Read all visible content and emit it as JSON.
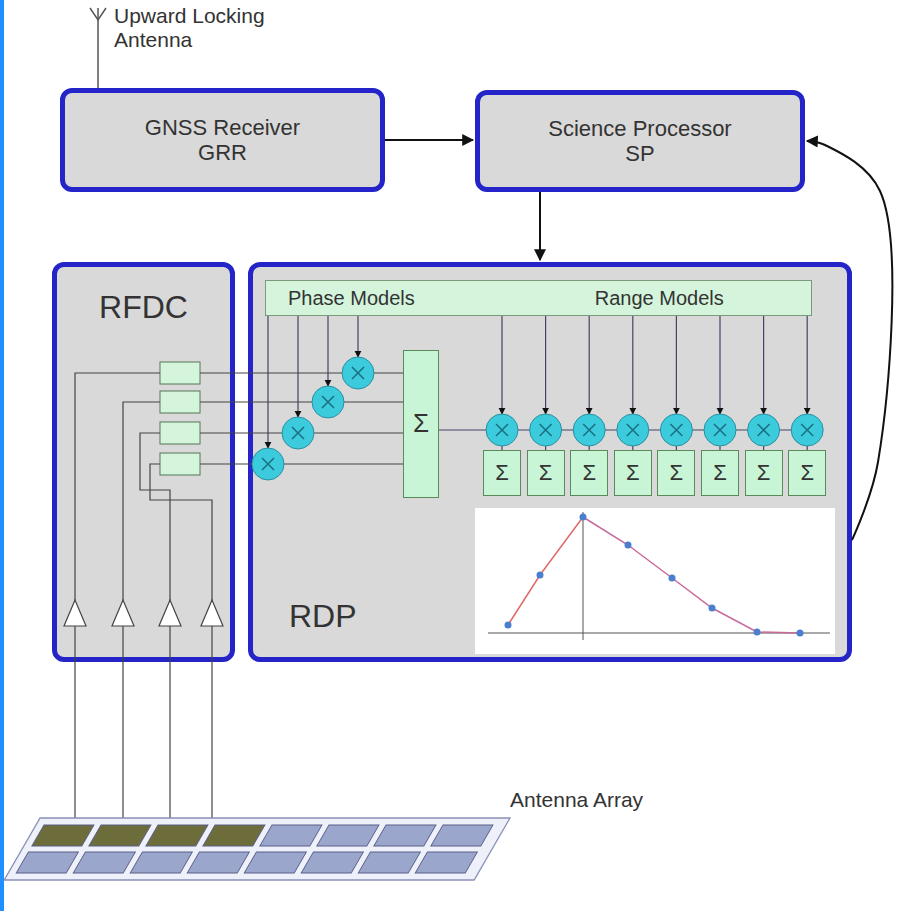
{
  "diagram": {
    "nodes": [
      {
        "text": [
          "GNSS Receiver GRR"
        ]
      },
      {
        "text": [
          "Science Processor SP"
        ]
      },
      {
        "text": [
          "RFDC"
        ]
      },
      {
        "text": [
          "RDP"
        ]
      },
      {
        "text": [
          "Phase Models",
          "Range Models"
        ],
        "in": 3
      },
      {
        "text": [
          "Σ"
        ],
        "in": 3
      },
      {
        "text": [
          "Σ"
        ],
        "in": 3
      },
      {
        "text": [
          "Σ"
        ],
        "in": 3
      },
      {
        "text": [
          "Σ"
        ],
        "in": 3
      },
      {
        "text": [
          "Σ"
        ],
        "in": 3
      },
      {
        "text": [
          "Σ"
        ],
        "in": 3
      },
      {
        "text": [
          "Σ"
        ],
        "in": 3
      },
      {
        "text": [
          "Σ"
        ],
        "in": 3
      },
      {
        "text": [
          "Σ"
        ],
        "in": 3
      }
    ],
    "edges": [
      {
        "from": 0,
        "to": 1,
        "arrow": "to"
      },
      {
        "from": 1,
        "to": 3,
        "arrow": "to"
      },
      {
        "from": 3,
        "to": 1,
        "arrow": "to"
      }
    ],
    "labels": [
      "Upward Locking Antenna",
      "Antenna Array"
    ]
  }
}
